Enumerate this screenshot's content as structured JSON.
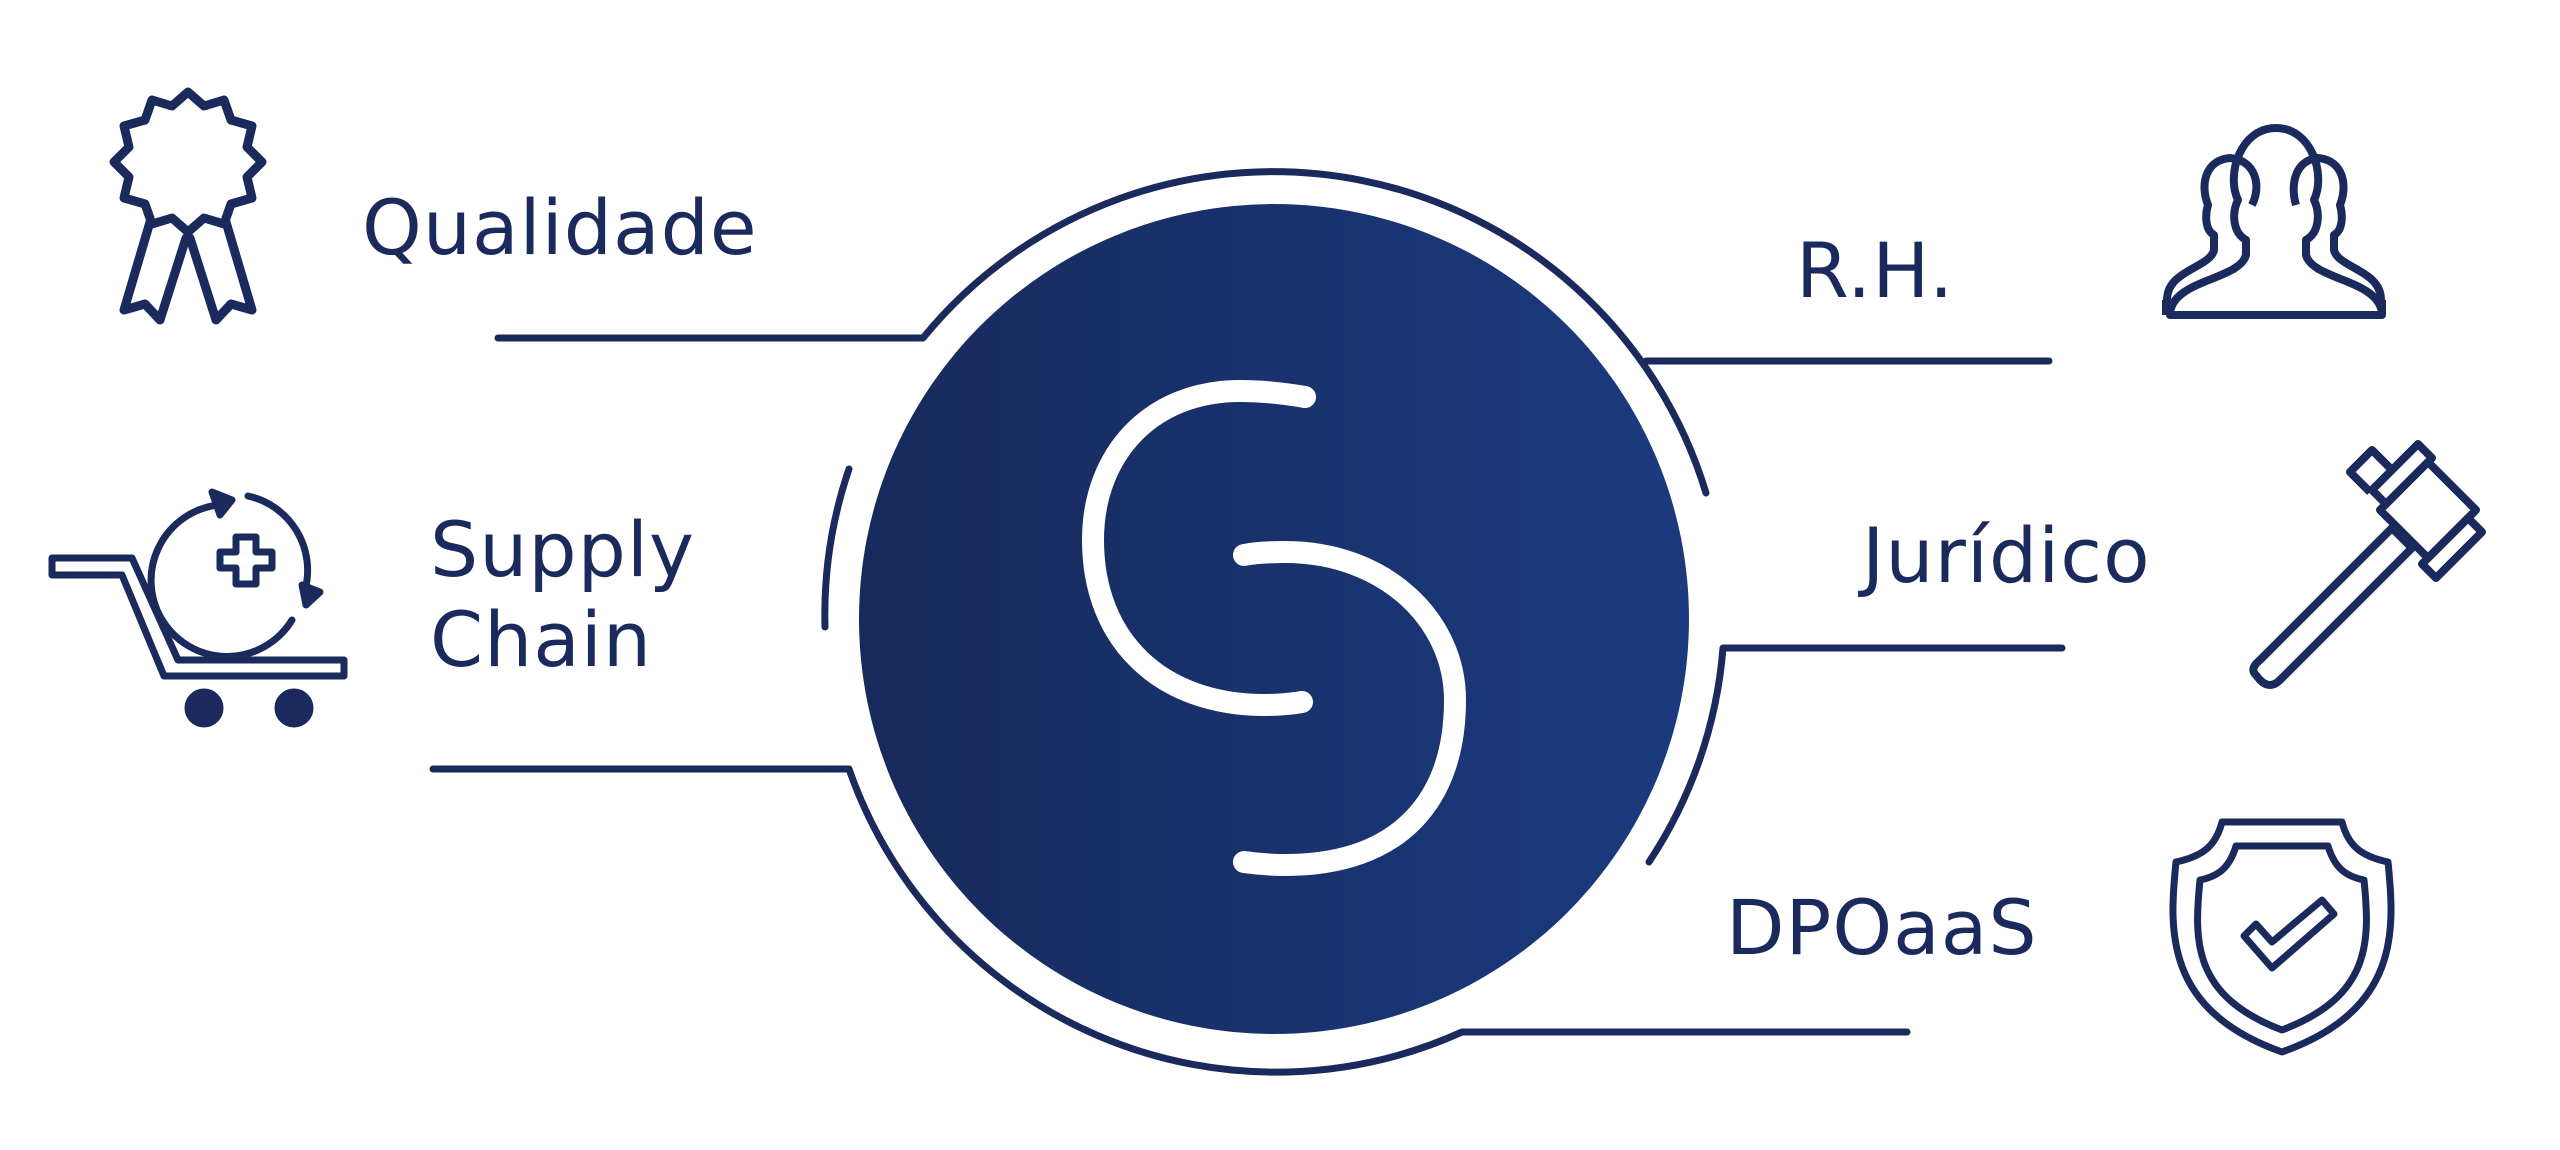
{
  "labels": {
    "quality": "Qualidade",
    "supply_line1": "Supply",
    "supply_line2": "Chain",
    "hr": "R.H.",
    "legal": "Jurídico",
    "dpo": "DPOaaS"
  },
  "icons": {
    "quality": "award-ribbon-icon",
    "supply": "cart-medical-cycle-icon",
    "hr": "people-group-icon",
    "legal": "gavel-icon",
    "dpo": "shield-check-icon",
    "center": "s-logo-icon"
  },
  "colors": {
    "navy": "#1b2a5c",
    "circle_left": "#172a5c",
    "circle_right": "#1b3a7e"
  }
}
